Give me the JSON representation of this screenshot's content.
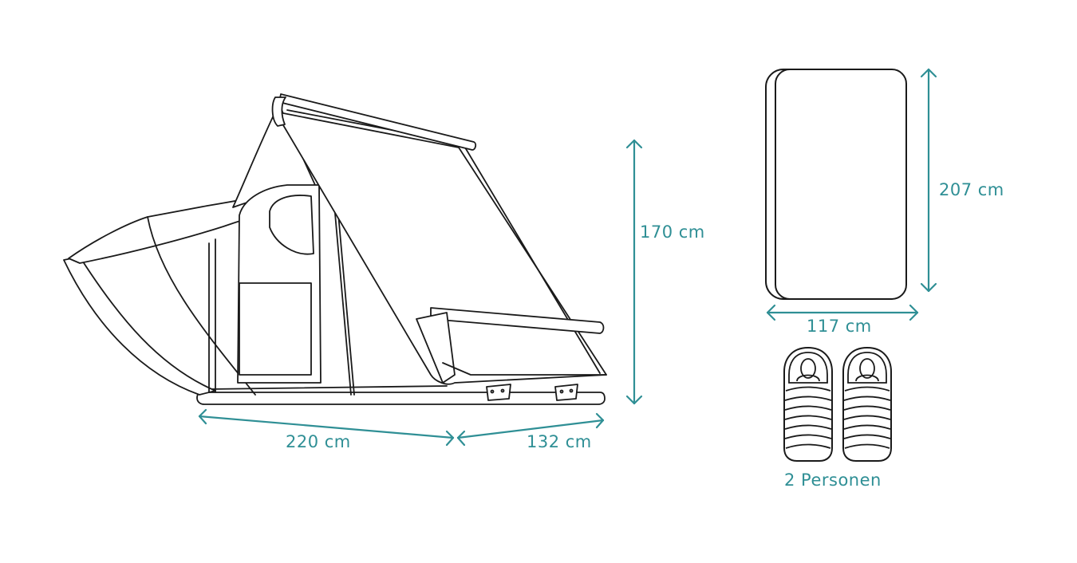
{
  "colors": {
    "accent": "#2f8f95",
    "line": "#1a1a1a"
  },
  "dimensions": {
    "length_closed": "220 cm",
    "length_extension": "132 cm",
    "height": "170 cm",
    "mattress_length": "207 cm",
    "mattress_width": "117 cm"
  },
  "capacity": {
    "label": "2 Personen",
    "persons": 2,
    "icon": "sleeping-bag-icon"
  },
  "icons": {
    "tent": "rooftop-tent-drawing",
    "mattress": "mattress-icon"
  }
}
